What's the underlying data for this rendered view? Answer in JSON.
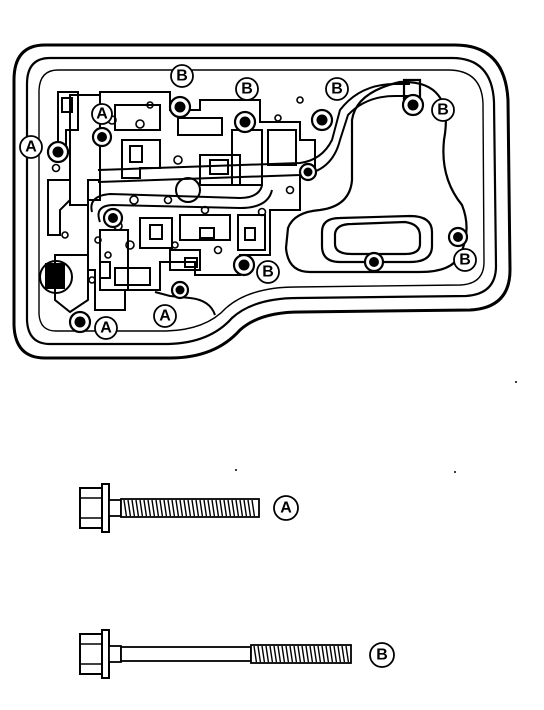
{
  "callouts": {
    "a": "A",
    "b": "B"
  },
  "legend": {
    "bolt_a": "A",
    "bolt_b": "B"
  },
  "colors": {
    "ink": "#000000",
    "paper": "#ffffff"
  }
}
